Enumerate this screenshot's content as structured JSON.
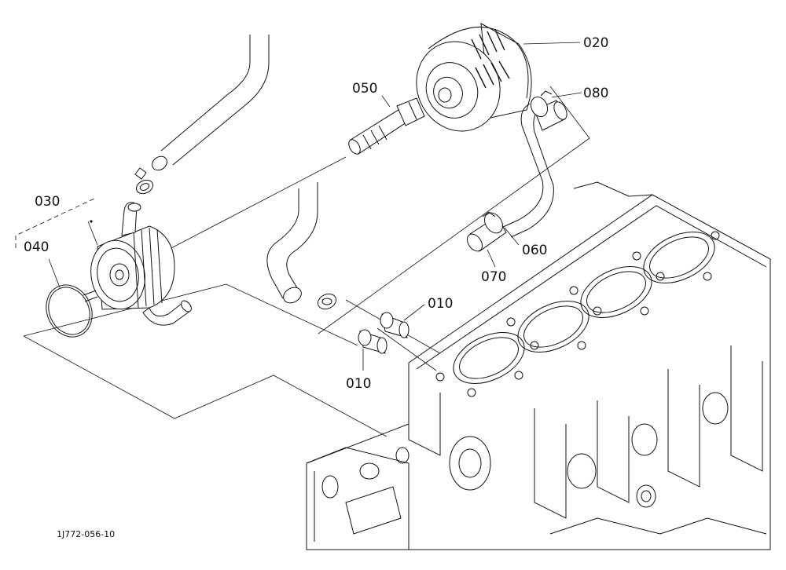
{
  "diagram": {
    "reference_code": "1J772-056-10",
    "callouts": {
      "p010_upper": "010",
      "p010_lower": "010",
      "p020": "020",
      "p030": "030",
      "p040": "040",
      "p050": "050",
      "p060": "060",
      "p070": "070",
      "p080": "080"
    }
  }
}
